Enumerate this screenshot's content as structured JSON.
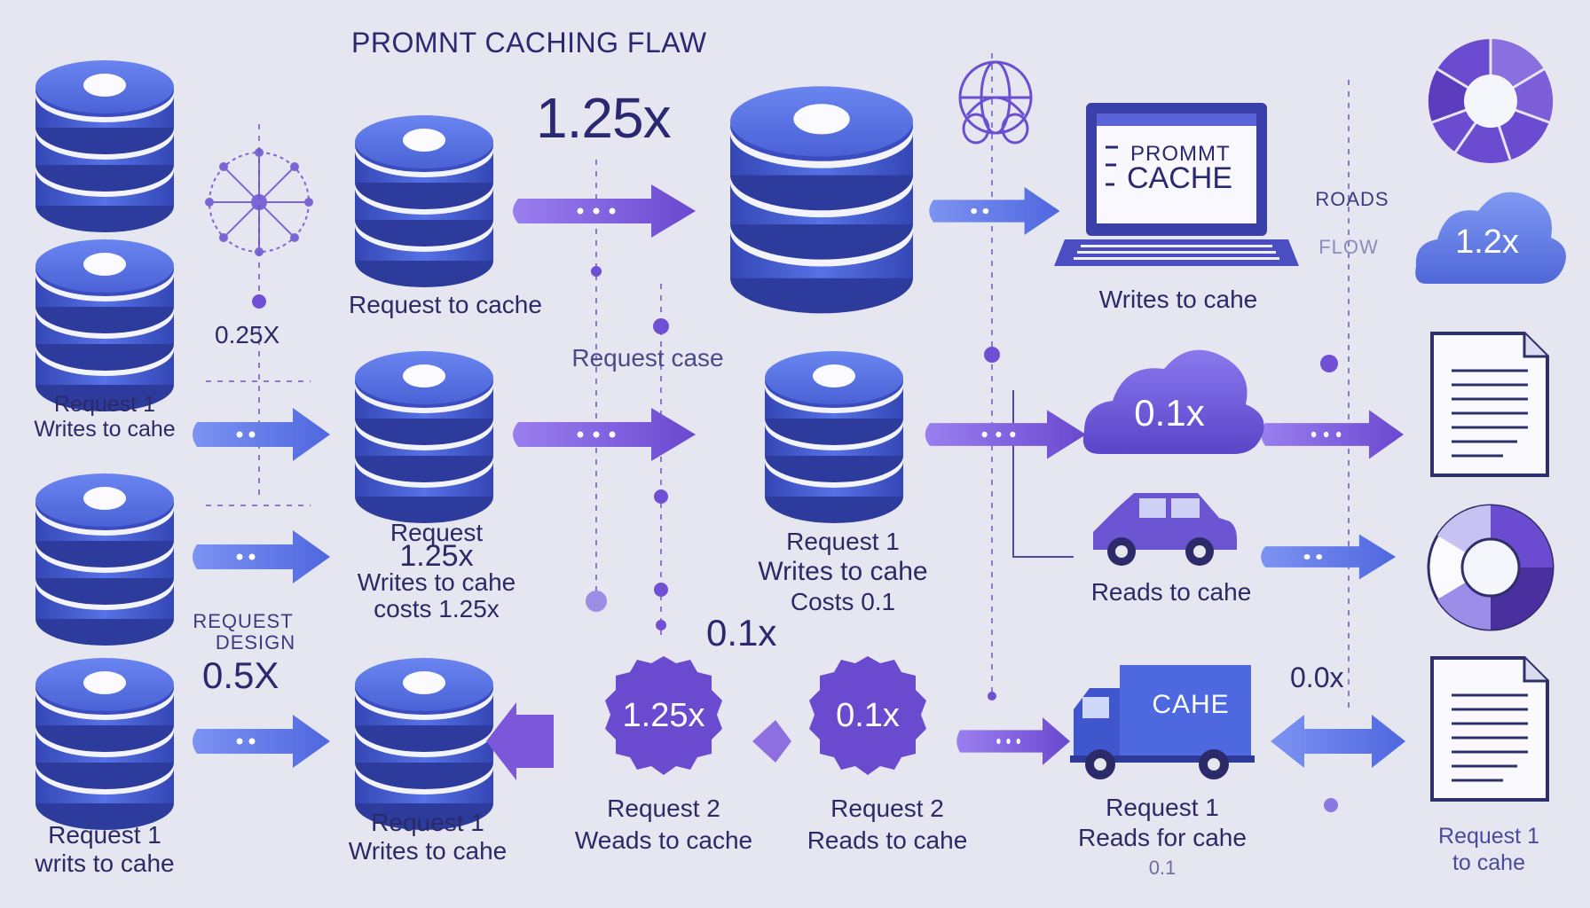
{
  "title": "PROMNT CACHING FLAW",
  "multipliers": {
    "top": "1.25x",
    "left": "0.25X",
    "left_lower": "0.5X",
    "mid": "0.1x",
    "badge_a": "1.25x",
    "badge_b": "0.1x",
    "cloud_top": "1.2x",
    "cloud_mid": "0.1x",
    "right_lower": "0.0x"
  },
  "laptop": {
    "line1": "PROMMT",
    "line2": "CACHE"
  },
  "truck": {
    "label": "CAHE"
  },
  "side": {
    "line1": "ROADS",
    "line2": "FLOW"
  },
  "request_design": {
    "line1": "REQUEST",
    "line2": "DESIGN"
  },
  "labels": {
    "request_to_cache": "Request to cache",
    "request_case": "Request case",
    "writes_to_cahe_top": "Writes to cahe",
    "col1_row2_l1": "Request 1",
    "col1_row2_l2": "Writes to cahe",
    "col2_row3_l1": "Request",
    "col2_row3_l2": "1.25x",
    "col2_row3_l3": "Writes to cahe",
    "col2_row3_l4": "costs 1.25x",
    "col4_row2_l1": "Request 1",
    "col4_row2_l2": "Writes to cahe",
    "col4_row2_l3": "Costs 0.1",
    "reads_to_cahe": "Reads to cahe",
    "col1_bottom_l1": "Request 1",
    "col1_bottom_l2": "writs to cahe",
    "col2_bottom_l1": "Request 1",
    "col2_bottom_l2": "Writes to cahe",
    "badge_a_l1": "Request 2",
    "badge_a_l2": "Weads to cache",
    "badge_b_l1": "Request 2",
    "badge_b_l2": "Reads to cahe",
    "truck_l1": "Request 1",
    "truck_l2": "Reads for cahe",
    "truck_l3": "0.1",
    "doc_bottom_l1": "Request 1",
    "doc_bottom_l2": "to cahe"
  },
  "colors": {
    "background": "#e6e6f1",
    "db_blue": "#4a62d6",
    "db_dark": "#2f3f9e",
    "purple": "#6c49cc",
    "arrow_blue": "#5a73e6",
    "arrow_purple": "#7d57d9",
    "text": "#2a2870"
  }
}
